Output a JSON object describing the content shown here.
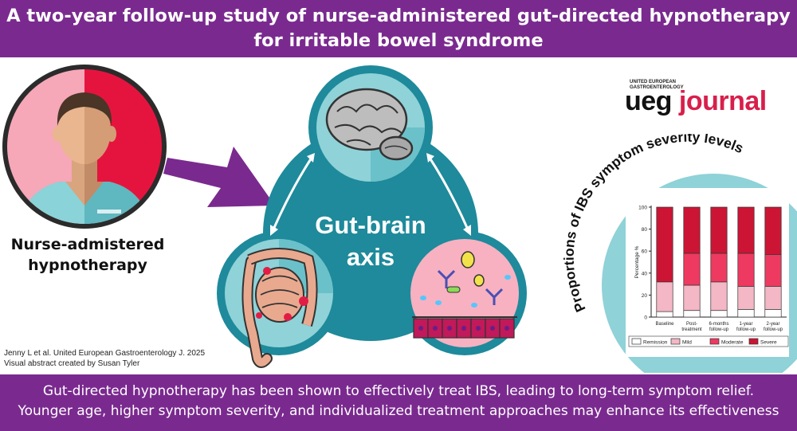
{
  "header": {
    "title_line1": "A two-year follow-up study of nurse-administered gut-directed hypnotherapy",
    "title_line2": "for irritable bowel syndrome"
  },
  "nurse": {
    "label_line1": "Nurse-admistered",
    "label_line2": "hypnotherapy"
  },
  "axis": {
    "label_line1": "Gut-brain",
    "label_line2": "axis"
  },
  "citation": {
    "line1": "Jenny L et al. United European Gastroenterology J. 2025",
    "line2": "Visual abstract created by Susan Tyler"
  },
  "logo": {
    "small_line1": "UNITED EUROPEAN",
    "small_line2": "GASTROENTEROLOGY",
    "word1": "ueg",
    "word2": "journal"
  },
  "chart_heading": "Proportions of IBS symptom severity levels",
  "chart_data": {
    "type": "bar",
    "stacked": true,
    "ylabel": "Percentage %",
    "ylim": [
      0,
      100
    ],
    "yticks": [
      "0",
      "20",
      "40",
      "60",
      "80",
      "100"
    ],
    "categories": [
      [
        "Baseline"
      ],
      [
        "Post-",
        "treatment"
      ],
      [
        "6-months",
        "follow-up"
      ],
      [
        "1-year",
        "follow-up"
      ],
      [
        "2-year",
        "follow-up"
      ]
    ],
    "series": [
      {
        "name": "Remission",
        "color": "#ffffff",
        "values": [
          5,
          6,
          6,
          7,
          7
        ]
      },
      {
        "name": "Mild",
        "color": "#f4b7c5",
        "values": [
          27,
          23,
          26,
          21,
          21
        ]
      },
      {
        "name": "Moderate",
        "color": "#ee3a60",
        "values": [
          0,
          29,
          26,
          30,
          29
        ]
      },
      {
        "name": "Severe",
        "color": "#cc1534",
        "values": [
          68,
          42,
          42,
          42,
          43
        ]
      }
    ],
    "legend_position": "bottom"
  },
  "footer": {
    "line1": "Gut-directed hypnotherapy has been shown to effectively treat IBS, leading to long-term symptom relief.",
    "line2": "Younger age, higher symptom severity, and individualized treatment approaches may enhance its effectiveness"
  },
  "colors": {
    "purple": "#7a2a8f",
    "teal_dark": "#1e8a9b",
    "teal_light": "#8fd2d8",
    "pink": "#f4a9b8",
    "red": "#e21d45"
  }
}
